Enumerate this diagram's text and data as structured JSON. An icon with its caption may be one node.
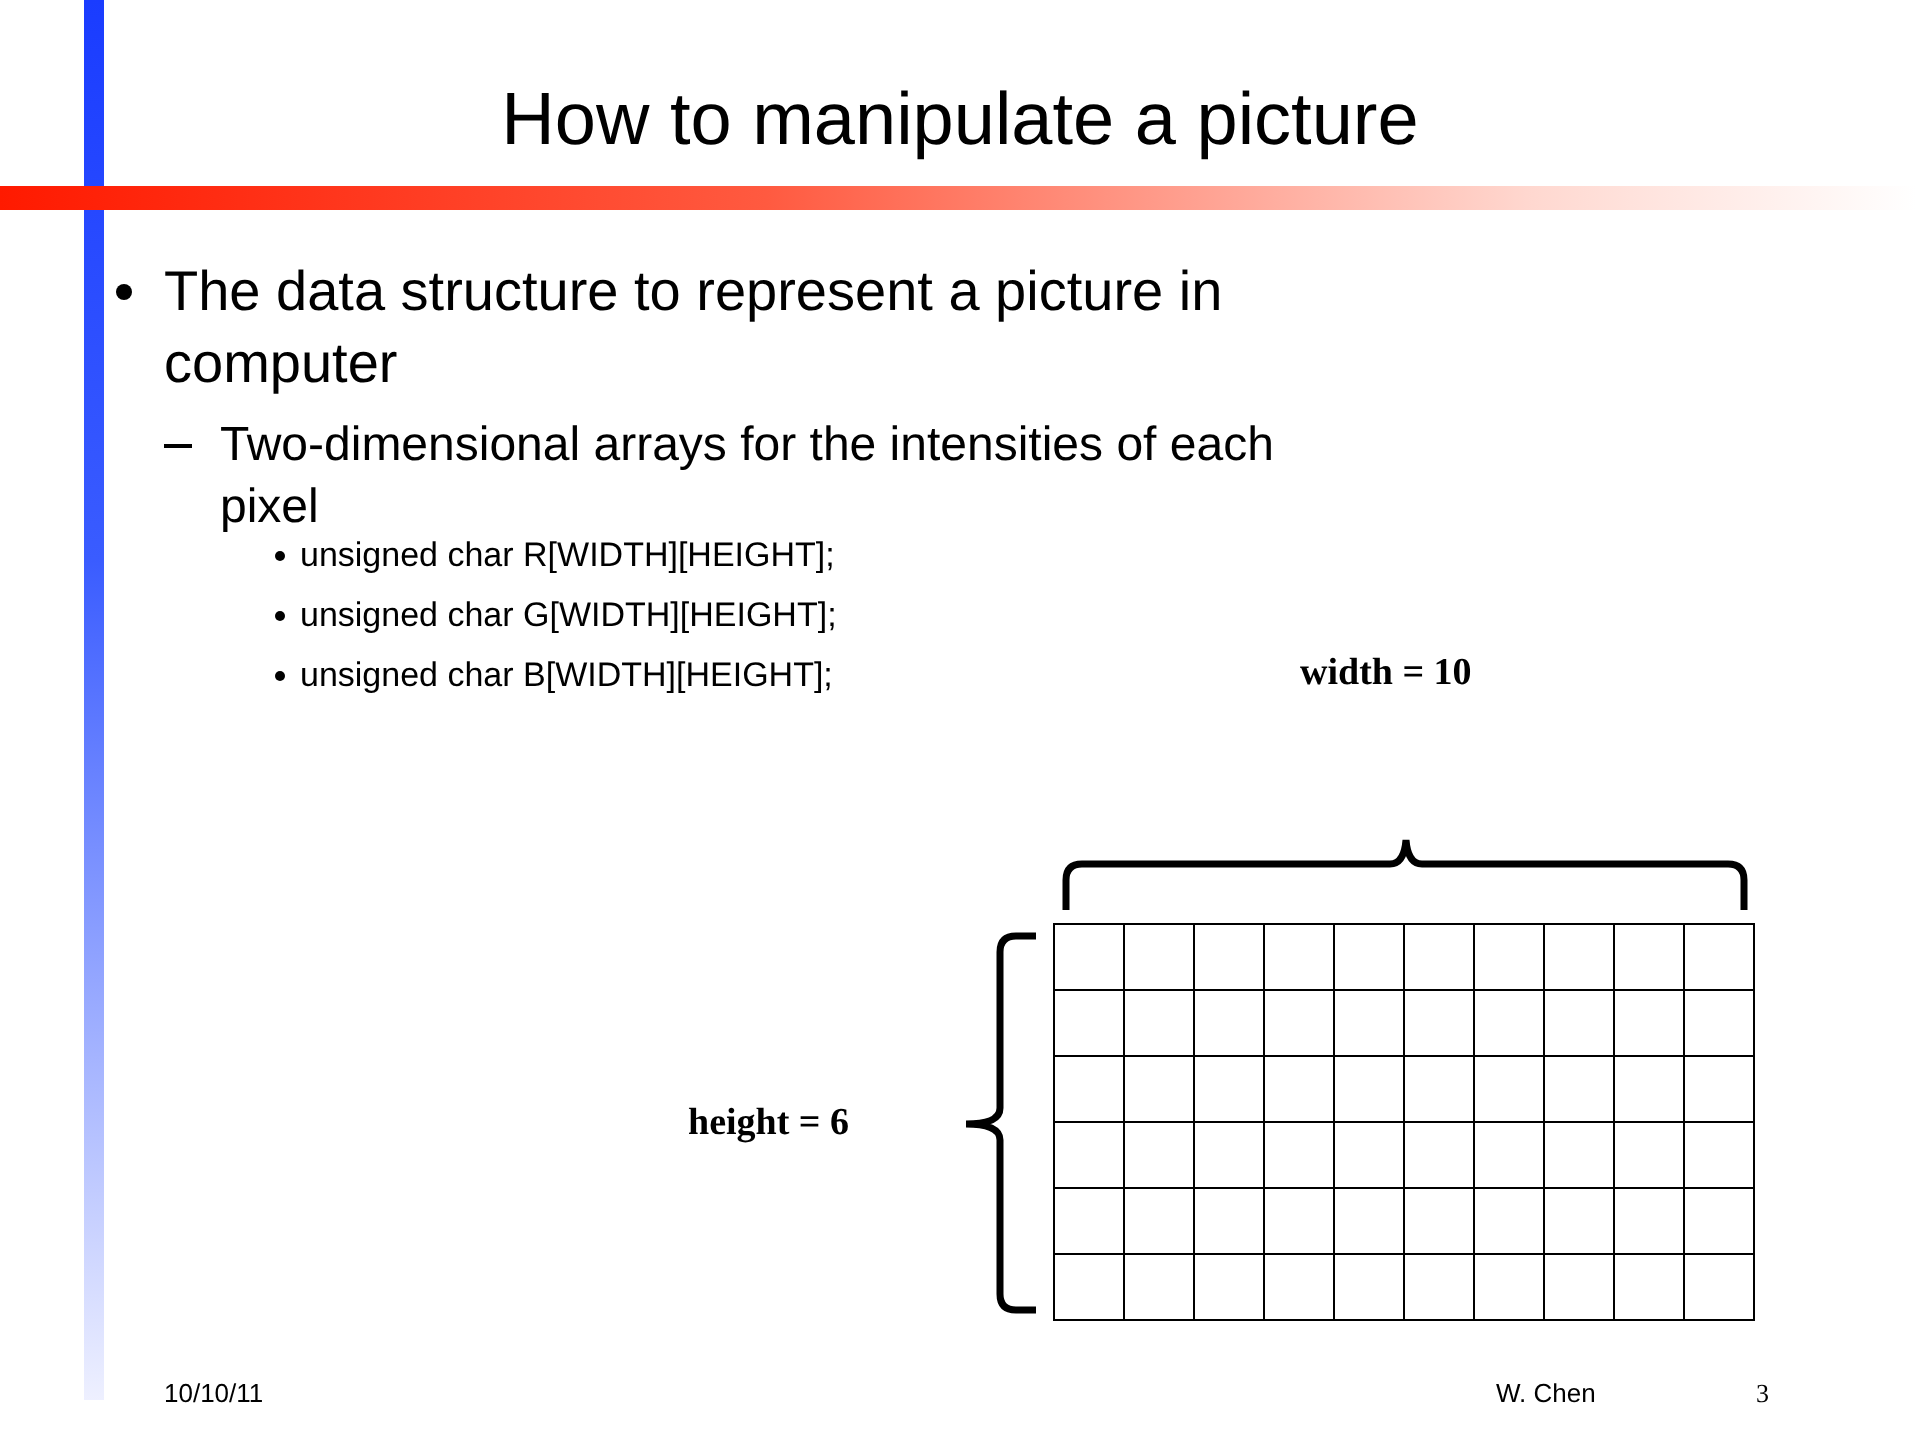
{
  "diagram": {
    "title": "How to manipulate a picture",
    "labels": [
      "The data structure to represent a picture in computer",
      "Two-dimensional arrays for the intensities of each pixel",
      "unsigned char R[WIDTH][HEIGHT];",
      "unsigned char G[WIDTH][HEIGHT];",
      "unsigned char B[WIDTH][HEIGHT];",
      "width = 10",
      "height = 6",
      "10/10/11",
      "W. Chen",
      "3"
    ]
  }
}
